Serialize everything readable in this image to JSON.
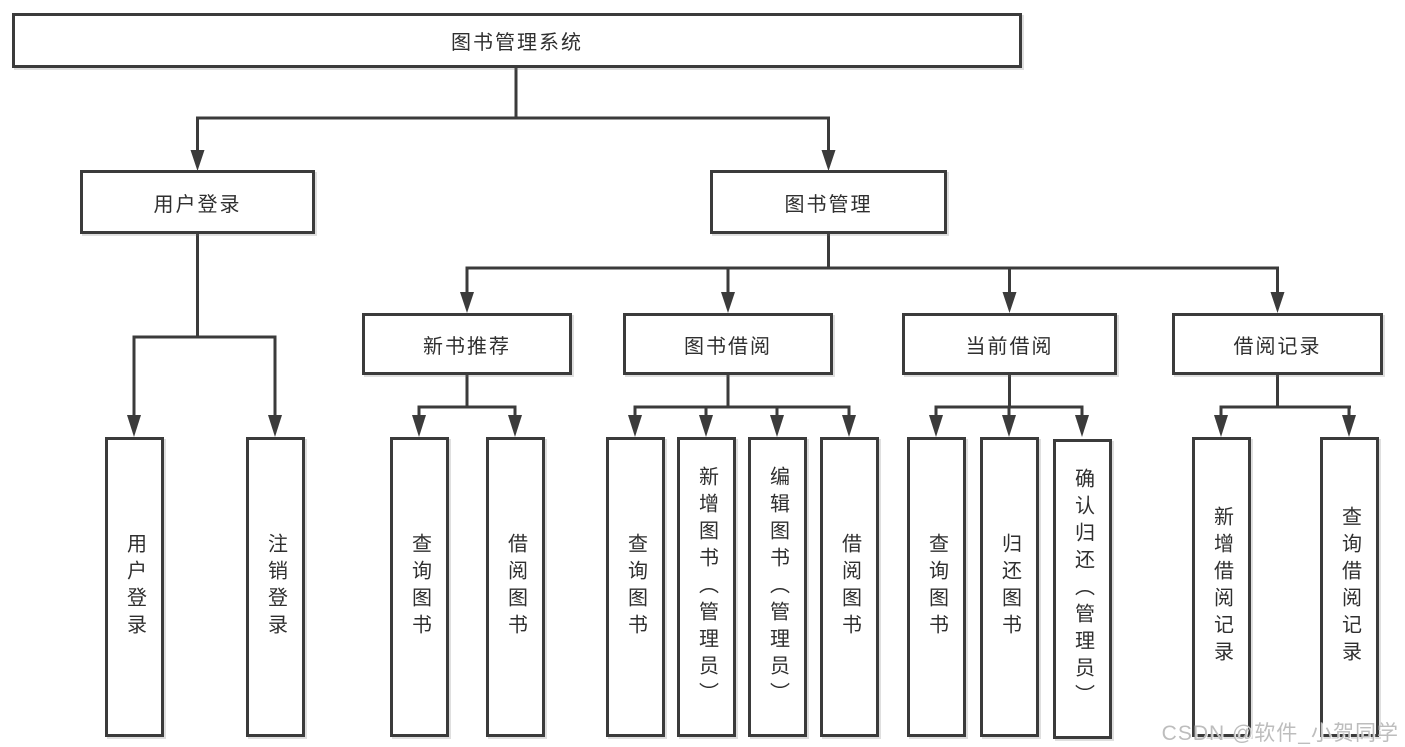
{
  "diagram": {
    "root": {
      "label": "图书管理系统"
    },
    "level2": {
      "user_login": {
        "label": "用户登录"
      },
      "book_management": {
        "label": "图书管理"
      }
    },
    "level3": {
      "new_book_recommend": {
        "label": "新书推荐"
      },
      "book_borrow": {
        "label": "图书借阅"
      },
      "current_borrow": {
        "label": "当前借阅"
      },
      "borrow_record": {
        "label": "借阅记录"
      }
    },
    "leaves": {
      "user_login": [
        "用户登录",
        "注销登录"
      ],
      "new_book_recommend": [
        "查询图书",
        "借阅图书"
      ],
      "book_borrow": [
        "查询图书",
        "新增图书（管理员）",
        "编辑图书（管理员）",
        "借阅图书"
      ],
      "current_borrow": [
        "查询图书",
        "归还图书",
        "确认归还（管理员）"
      ],
      "borrow_record": [
        "新增借阅记录",
        "查询借阅记录"
      ]
    }
  },
  "watermark": {
    "label": "CSDN @软件_小贺同学"
  },
  "colors": {
    "line": "#3b3b3b",
    "text": "#2f2f2f",
    "watermark": "#bdbdbd",
    "background": "#ffffff"
  }
}
